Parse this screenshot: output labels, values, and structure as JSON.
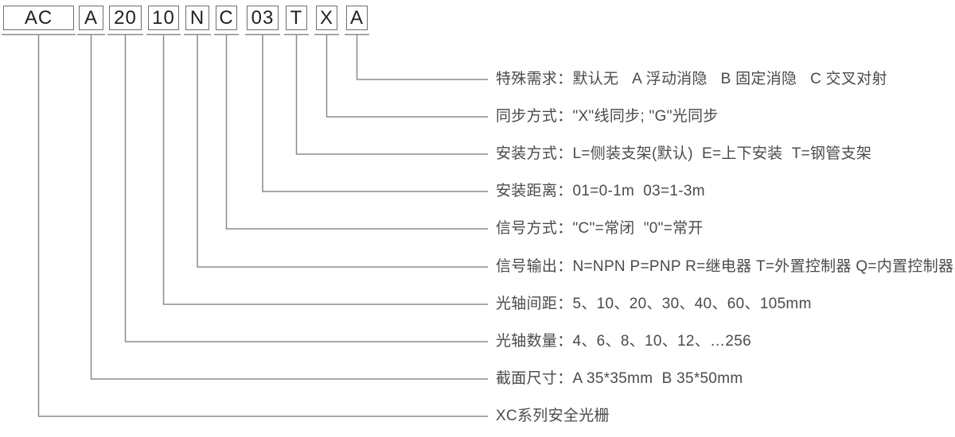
{
  "model_code": {
    "segments": [
      "AC",
      "A",
      "20",
      "10",
      "N",
      "C",
      "03",
      "T",
      "X",
      "A"
    ]
  },
  "callouts": [
    {
      "name": "special-requirement",
      "text": "特殊需求：默认无   A 浮动消隐   B 固定消隐   C 交叉对射"
    },
    {
      "name": "sync-mode",
      "text": "同步方式：\"X\"线同步; \"G\"光同步"
    },
    {
      "name": "mounting-method",
      "text": "安装方式：L=侧装支架(默认)  E=上下安装  T=钢管支架"
    },
    {
      "name": "mounting-distance",
      "text": "安装距离：01=0-1m  03=1-3m"
    },
    {
      "name": "signal-mode",
      "text": "信号方式：\"C\"=常闭  \"0\"=常开"
    },
    {
      "name": "signal-output",
      "text": "信号输出：N=NPN P=PNP R=继电器 T=外置控制器 Q=内置控制器"
    },
    {
      "name": "beam-pitch",
      "text": "光轴间距：5、10、20、30、40、60、105mm"
    },
    {
      "name": "beam-count",
      "text": "光轴数量：4、6、8、10、12、…256"
    },
    {
      "name": "cross-section",
      "text": "截面尺寸：A 35*35mm  B 35*50mm"
    },
    {
      "name": "series",
      "text": "XC系列安全光栅"
    }
  ],
  "colors": {
    "connector_line": "#8a8c8e",
    "box_border": "#6e6f72",
    "box_text": "#231f20",
    "label_text": "#4b4b4d",
    "background": "#ffffff"
  }
}
